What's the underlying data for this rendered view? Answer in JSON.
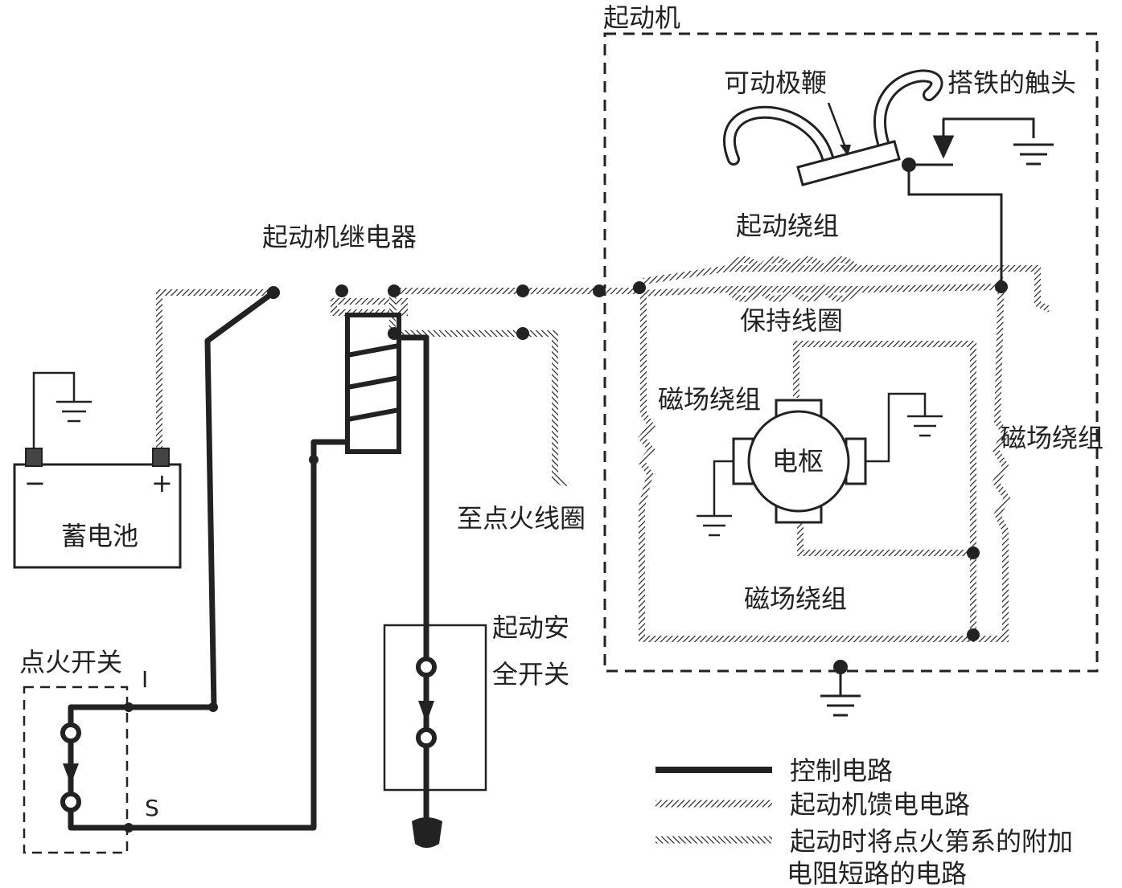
{
  "labels": {
    "starter": "起动机",
    "movable_pole": "可动极鞭",
    "ground_contact": "搭铁的触头",
    "starter_relay": "起动机继电器",
    "start_winding": "起动绕组",
    "hold_coil": "保持线圈",
    "field_winding_left": "磁场绕组",
    "field_winding_right": "磁场绕组",
    "field_winding_bottom": "磁场绕组",
    "armature": "电枢",
    "to_ignition_coil": "至点火线圈",
    "battery": "蓄电池",
    "battery_minus": "−",
    "battery_plus": "+",
    "ignition_switch": "点火开关",
    "terminal_i": "I",
    "terminal_s": "S",
    "start_safety_switch_line1": "起动安",
    "start_safety_switch_line2": "全开关"
  },
  "legend": {
    "control": "控制电路",
    "feed": "起动机馈电电路",
    "bypass_line1": "起动时将点火第系的附加",
    "bypass_line2": "电阻短路的电路"
  },
  "colors": {
    "line": "#222222",
    "background": "#ffffff"
  }
}
